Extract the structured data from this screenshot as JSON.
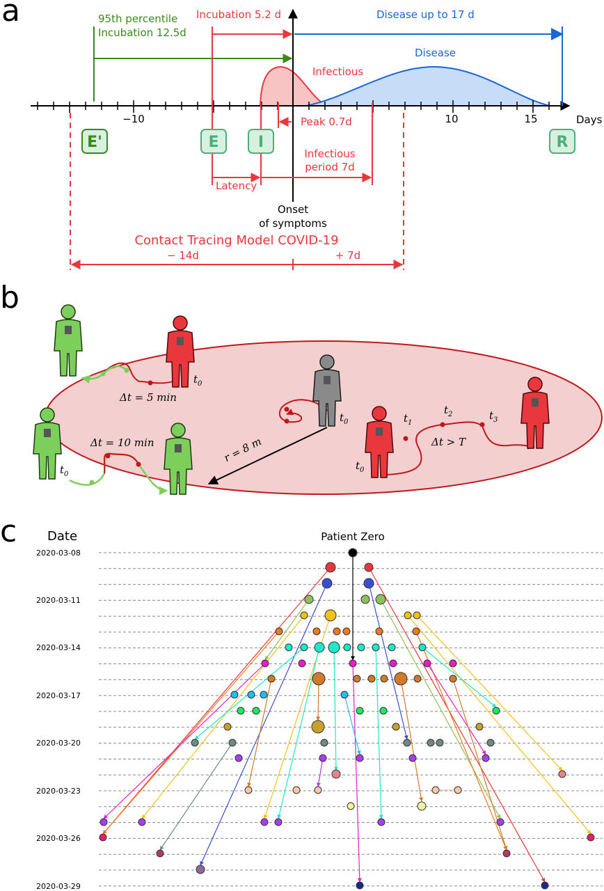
{
  "panel_a": {
    "letter": "a",
    "percentile_line1": "95th percentile",
    "percentile_line2": "Incubation  12.5d",
    "incubation": "Incubation  5.2 d",
    "disease_upto": "Disease up to 17 d",
    "disease": "Disease",
    "infectious": "Infectious",
    "tick_m10": "−10",
    "tick_10": "10",
    "tick_15": "15",
    "axis_days": "Days",
    "peak": "Peak   0.7d",
    "infectious_period_1": "Infectious",
    "infectious_period_2": "period 7d",
    "latency": "Latency",
    "onset_1": "Onset",
    "onset_2": "of symptoms",
    "model_title": "Contact Tracing Model COVID-19",
    "minus14": "− 14d",
    "plus7": "+ 7d",
    "state_Eprime": "E'",
    "state_E": "E",
    "state_I": "I",
    "state_R": "R",
    "colors": {
      "red": "#e8383d",
      "green": "#3a8a1a",
      "blue": "#1a66d6",
      "box_fill": "#d7f0e0",
      "box_stroke": "#4caf7a"
    }
  },
  "panel_b": {
    "letter": "b",
    "dt5": "Δt = 5 min",
    "dt10": "Δt = 10 min",
    "dtT": "Δt > T",
    "radius": "r = 8 m",
    "t0": "t",
    "t0_sub": "0",
    "t1_sub": "1",
    "t2_sub": "2",
    "t3_sub": "3",
    "colors": {
      "infected": "#e8383d",
      "healthy": "#7ccf5a",
      "neutral": "#8a8a8a",
      "area": "#f3cfd0",
      "area_stroke": "#c0171c"
    }
  },
  "panel_c": {
    "letter": "c",
    "date_header": "Date",
    "patient_zero": "Patient Zero",
    "dates": [
      "2020-03-08",
      "2020-03-11",
      "2020-03-14",
      "2020-03-17",
      "2020-03-20",
      "2020-03-23",
      "2020-03-26",
      "2020-03-29"
    ]
  }
}
